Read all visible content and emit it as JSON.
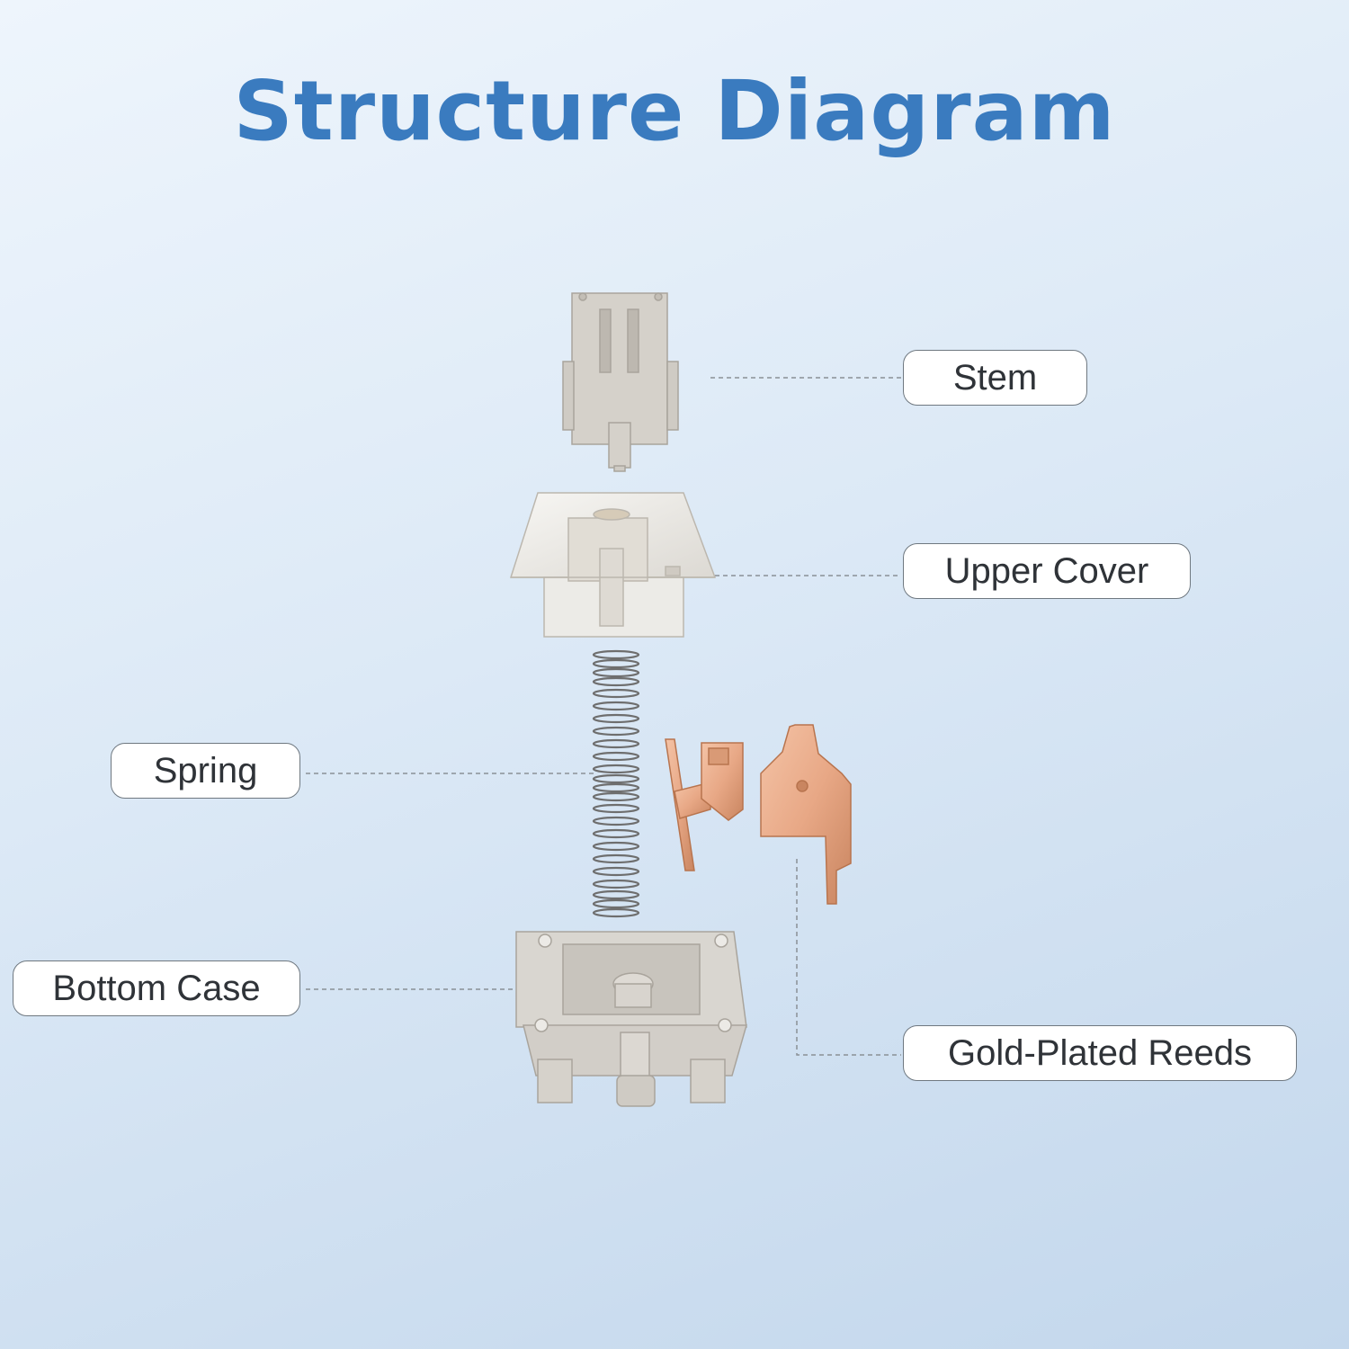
{
  "title": "Structure Diagram",
  "colors": {
    "title": "#3a7bbf",
    "housing": "#d9d6d0",
    "cover": "#eceae6",
    "copper": "#e8a886",
    "leader_line": "#8a9096"
  },
  "parts": [
    {
      "id": "stem",
      "label": "Stem"
    },
    {
      "id": "upper-cover",
      "label": "Upper Cover"
    },
    {
      "id": "spring",
      "label": "Spring"
    },
    {
      "id": "bottom-case",
      "label": "Bottom Case"
    },
    {
      "id": "gold-plated-reeds",
      "label": "Gold-Plated Reeds"
    }
  ]
}
